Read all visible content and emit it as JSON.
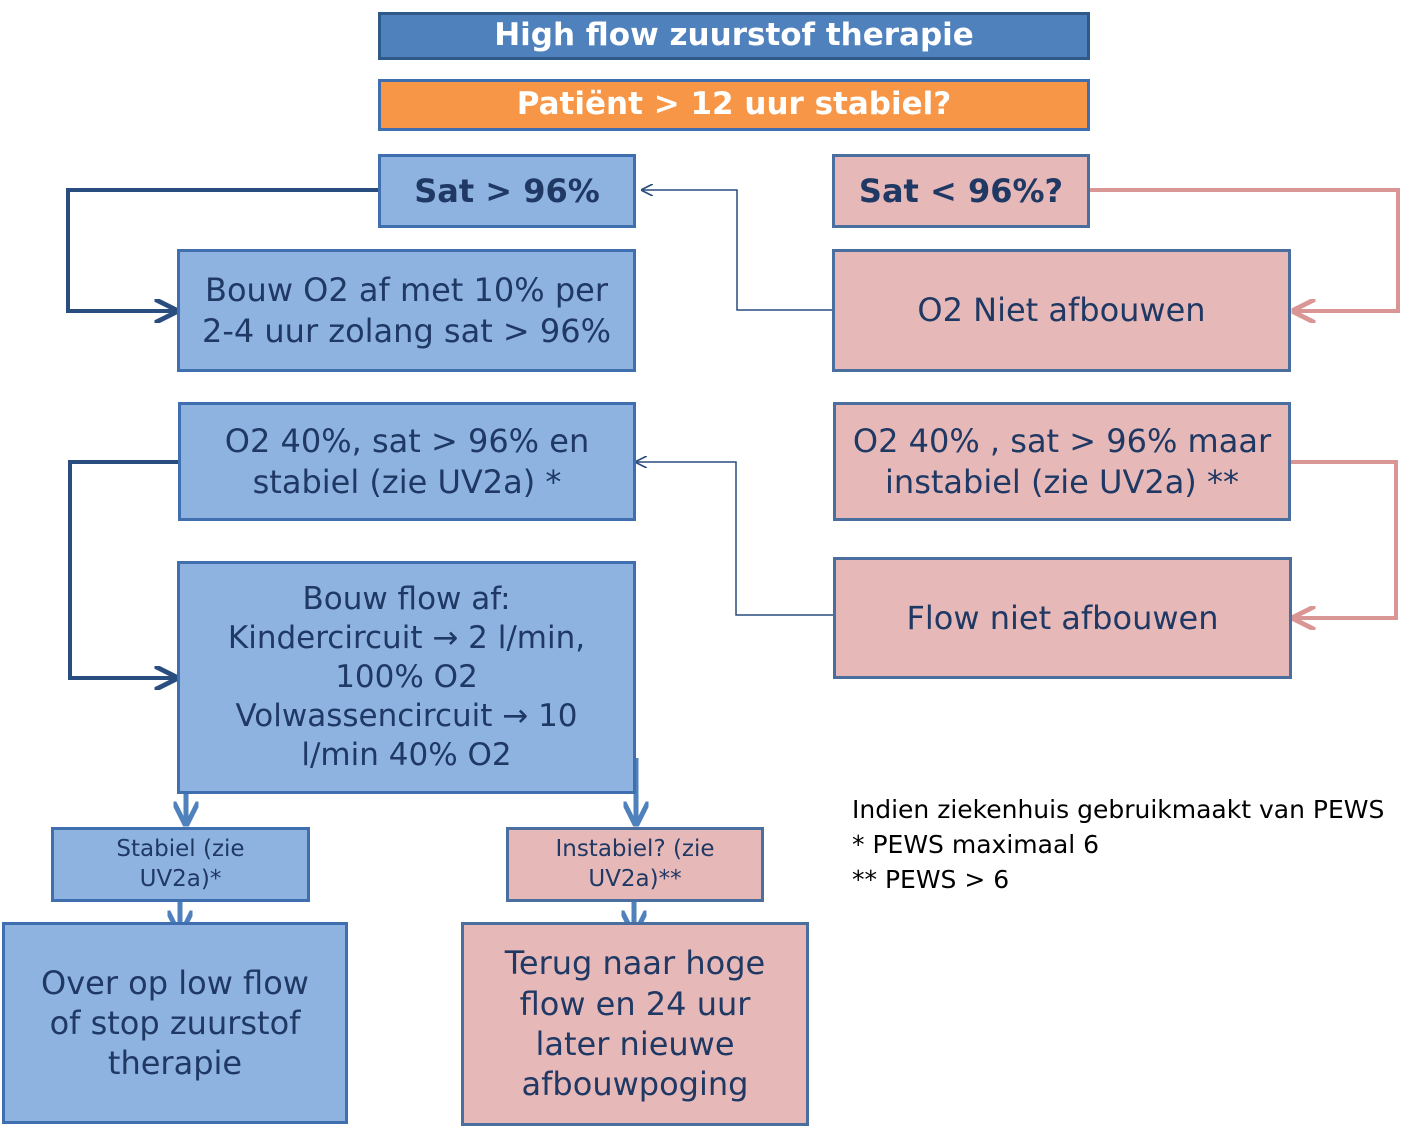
{
  "title": "High flow zuurstof therapie",
  "question": "Patiënt > 12 uur stabiel?",
  "left": {
    "sat_high": "Sat > 96%",
    "wean_o2": [
      "Bouw O2 af met 10% per",
      "2-4 uur zolang sat > 96%"
    ],
    "o2_stable": [
      "O2 40%, sat > 96% en",
      "stabiel (zie UV2a) *"
    ],
    "wean_flow": [
      "Bouw flow af:",
      "Kindercircuit → 2 l/min,",
      "100% O2",
      "Volwassencircuit → 10",
      "l/min 40% O2"
    ],
    "stable": [
      "Stabiel (zie",
      "UV2a)*"
    ],
    "low_flow": [
      "Over op low flow",
      "of stop zuurstof",
      "therapie"
    ]
  },
  "right": {
    "sat_low": "Sat < 96%?",
    "no_wean_o2": "O2 Niet afbouwen",
    "o2_unstable": [
      "O2 40% , sat > 96% maar",
      "instabiel (zie UV2a) **"
    ],
    "no_wean_flow": "Flow niet afbouwen",
    "unstable": [
      "Instabiel? (zie",
      "UV2a)**"
    ],
    "back_high": [
      "Terug naar hoge",
      "flow en 24 uur",
      "later nieuwe",
      "afbouwpoging"
    ]
  },
  "notes": [
    "Indien ziekenhuis gebruikmaakt van PEWS",
    "* PEWS maximaal 6",
    "** PEWS > 6"
  ],
  "colors": {
    "title_bg": "#4f81bd",
    "question_bg": "#f79646",
    "blue_box": "#8fb3e1",
    "pink_box": "#e6b9b8",
    "text": "#1f3864",
    "arrow_blue": "#2a4d7f",
    "arrow_pink": "#d99694"
  }
}
